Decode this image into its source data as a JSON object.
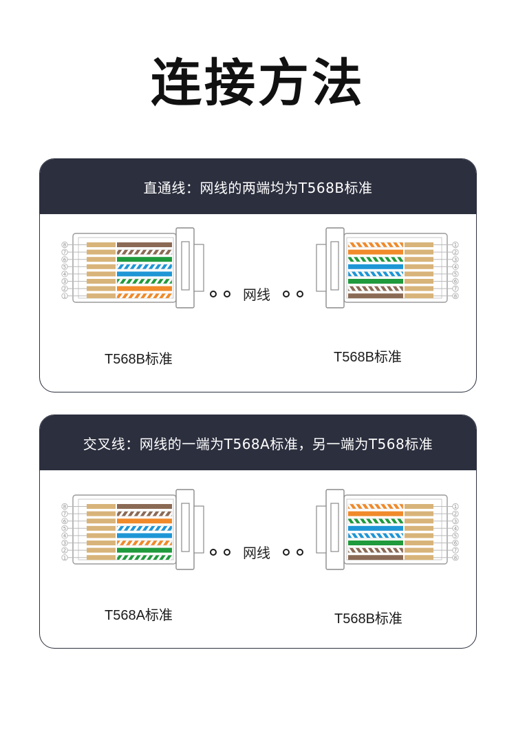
{
  "title": "连接方法",
  "sections": [
    {
      "header": "直通线：网线的两端均为T568B标准",
      "cable_label": "网线",
      "left_label": "T568B标准",
      "right_label": "T568B标准",
      "left_wires": [
        "brown",
        "white-brown",
        "green",
        "white-blue",
        "blue",
        "white-green",
        "orange",
        "white-orange"
      ],
      "right_wires": [
        "white-orange",
        "orange",
        "white-green",
        "blue",
        "white-blue",
        "green",
        "white-brown",
        "brown"
      ]
    },
    {
      "header": "交叉线：网线的一端为T568A标准，另一端为T568标准",
      "cable_label": "网线",
      "left_label": "T568A标准",
      "right_label": "T568B标准",
      "left_wires": [
        "brown",
        "white-brown",
        "orange",
        "white-blue",
        "blue",
        "white-orange",
        "green",
        "white-green"
      ],
      "right_wires": [
        "white-orange",
        "orange",
        "white-green",
        "blue",
        "white-blue",
        "green",
        "white-brown",
        "brown"
      ]
    }
  ],
  "pins_left": [
    "8",
    "7",
    "6",
    "5",
    "4",
    "3",
    "2",
    "1"
  ],
  "pins_right": [
    "1",
    "2",
    "3",
    "4",
    "5",
    "6",
    "7",
    "8"
  ],
  "colors": {
    "header_bg": "#2c2f3e",
    "brown": "#8b6a55",
    "green": "#1f9a3c",
    "blue": "#1e96d6",
    "orange": "#f08a2a",
    "gold": "#d8b47a"
  }
}
